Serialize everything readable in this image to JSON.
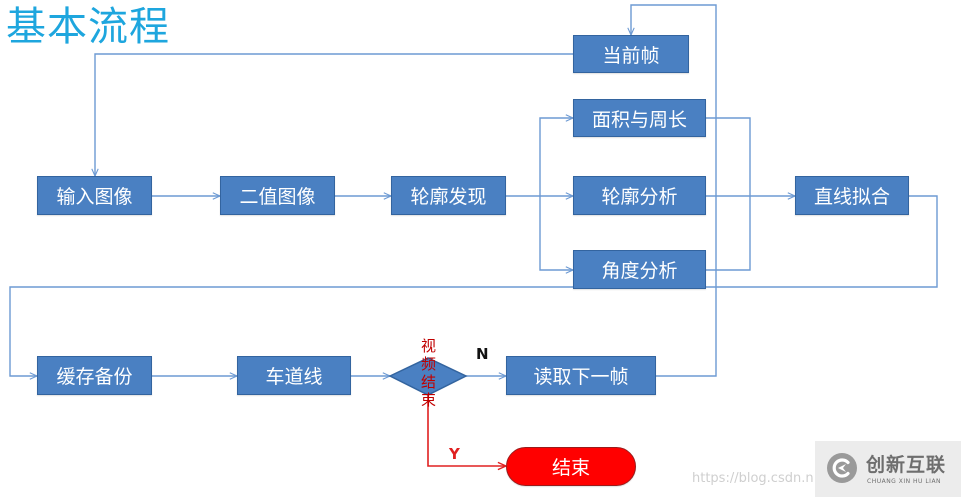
{
  "title": "基本流程",
  "nodes": {
    "current_frame": "当前帧",
    "area_perimeter": "面积与周长",
    "contour_analysis": "轮廓分析",
    "angle_analysis": "角度分析",
    "input_image": "输入图像",
    "binary_image": "二值图像",
    "contour_detection": "轮廓发现",
    "line_fitting": "直线拟合",
    "cache_backup": "缓存备份",
    "lane_line": "车道线",
    "video_end_decision": "视频结束",
    "read_next_frame": "读取下一帧",
    "end": "结束"
  },
  "edge_labels": {
    "no": "N",
    "yes": "Y"
  },
  "watermark": "https://blog.csdn.n",
  "logo": {
    "name": "创新互联",
    "pinyin": "CHUANG XIN HU LIAN",
    "icon": "brand-logo-icon"
  },
  "colors": {
    "title": "#1ea6de",
    "node_fill": "#4a80c2",
    "node_border": "#33649f",
    "connector": "#6d9ad3",
    "end_fill": "#ff0000",
    "end_border": "#9a1c1c",
    "decision_text": "#c00000",
    "yes_path": "#e02020"
  }
}
